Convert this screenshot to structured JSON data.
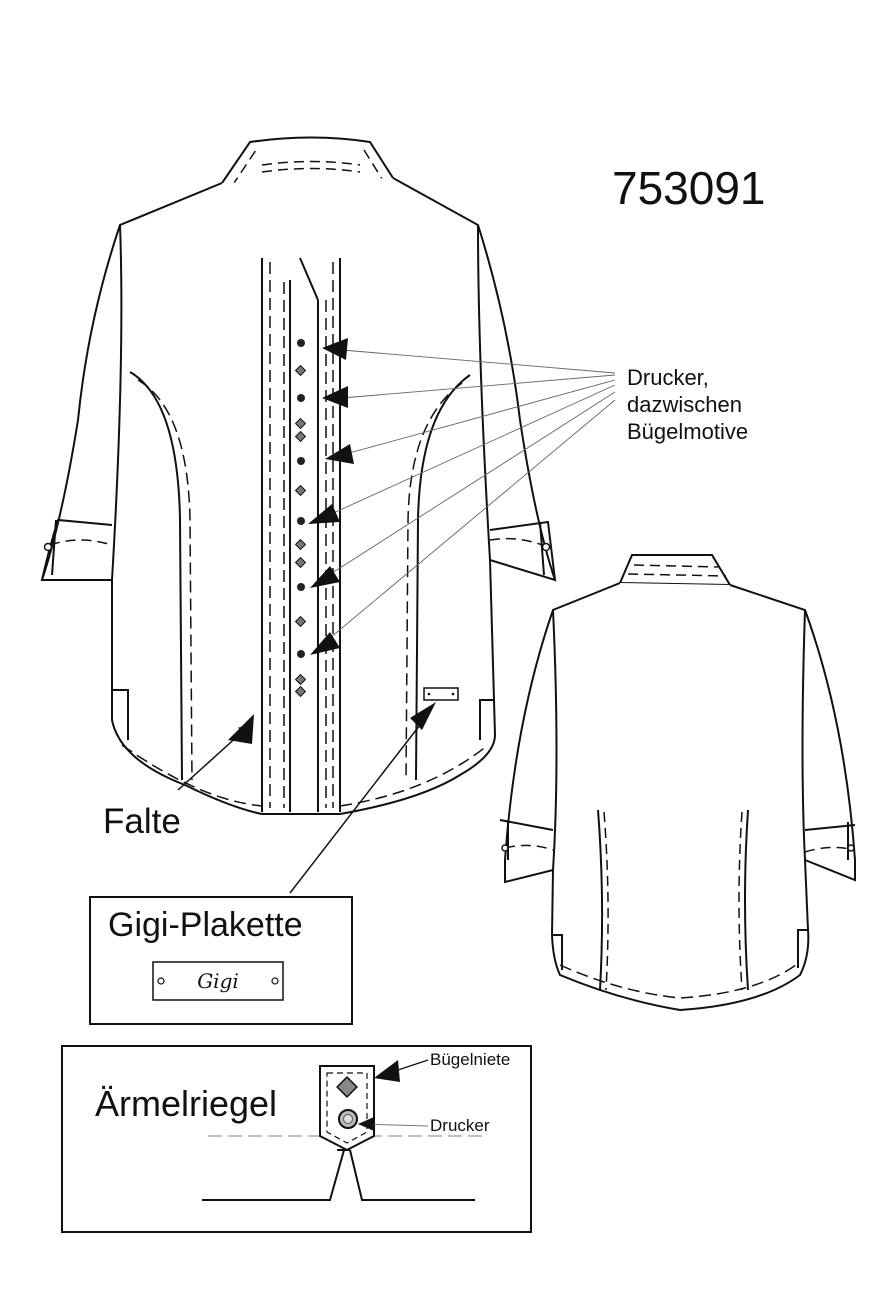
{
  "style_number": "753091",
  "callouts": {
    "drucker_group": "Drucker,\ndazwischen\nBügelmotive",
    "falte": "Falte"
  },
  "plakette_box": {
    "title": "Gigi-Plakette",
    "logo_text": "Gigi"
  },
  "riegel_box": {
    "title": "Ärmelriegel",
    "label_niete": "Bügelniete",
    "label_drucker": "Drucker"
  },
  "colors": {
    "line": "#111111",
    "guide": "#666666",
    "stud_dark": "#333333",
    "paper": "#ffffff"
  },
  "icons": [
    "diamond-stud-icon",
    "round-snap-icon",
    "arrow-head-icon"
  ]
}
